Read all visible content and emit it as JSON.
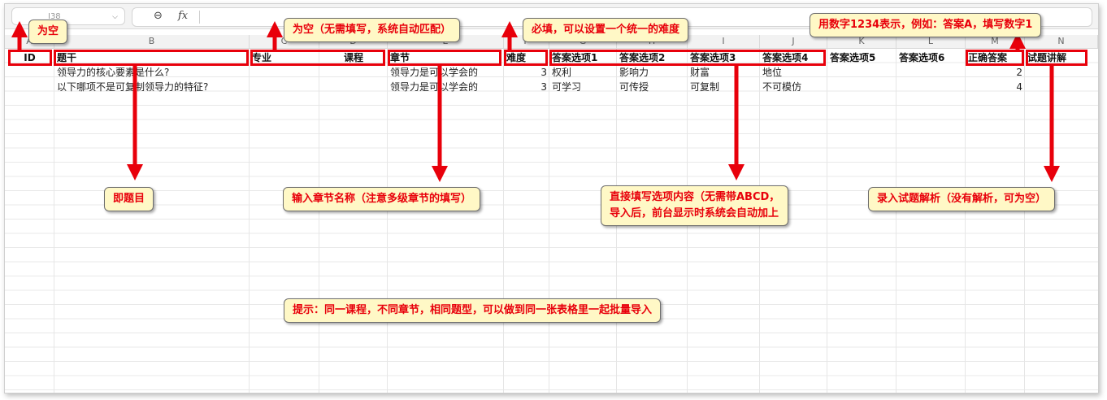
{
  "formula_bar": {
    "cell_ref": "I38",
    "zoom_icon": "zoom-icon",
    "fx_label": "fx",
    "formula_value": ""
  },
  "columns": [
    "A",
    "B",
    "C",
    "D",
    "E",
    "F",
    "G",
    "H",
    "I",
    "J",
    "K",
    "L",
    "M",
    "N"
  ],
  "sheet": {
    "headers": [
      "ID",
      "题干",
      "专业",
      "课程",
      "章节",
      "难度",
      "答案选项1",
      "答案选项2",
      "答案选项3",
      "答案选项4",
      "答案选项5",
      "答案选项6",
      "正确答案",
      "试题讲解"
    ],
    "rows": [
      {
        "stem": "领导力的核心要素是什么?",
        "chapter": "领导力是可以学会的",
        "difficulty": "3",
        "opt1": "权利",
        "opt2": "影响力",
        "opt3": "财富",
        "opt4": "地位",
        "answer": "2"
      },
      {
        "stem": "以下哪项不是可复制领导力的特征?",
        "chapter": "领导力是可以学会的",
        "difficulty": "3",
        "opt1": "可学习",
        "opt2": "可传授",
        "opt3": "可复制",
        "opt4": "不可模仿",
        "answer": "4"
      }
    ]
  },
  "callouts": {
    "id_empty": "为空",
    "major_course_empty": "为空（无需填写，系统自动匹配）",
    "difficulty_required": "必填，可以设置一个统一的难度",
    "answer_numbers": "用数字1234表示，例如：答案A，填写数字1",
    "stem_is_question": "即题目",
    "chapter_name": "输入章节名称（注意多级章节的填写）",
    "options_line1": "直接填写选项内容（无需带ABCD，",
    "options_line2": "导入后，前台显示时系统会自动加上",
    "explanation": "录入试题解析（没有解析，可为空）",
    "tip": "提示：同一课程，不同章节，相同题型，可以做到同一张表格里一起批量导入"
  },
  "colors": {
    "annotation_red": "#e8000b",
    "callout_bg": "#fff8c6"
  }
}
